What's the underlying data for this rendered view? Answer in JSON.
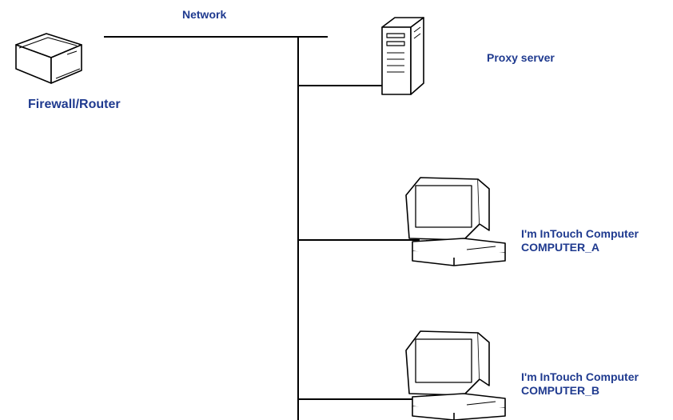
{
  "diagram": {
    "network_label": "Network",
    "firewall_label": "Firewall/Router",
    "proxy_label": "Proxy server",
    "computer_a": {
      "line1": "I'm InTouch Computer",
      "line2": "COMPUTER_A"
    },
    "computer_b": {
      "line1": "I'm InTouch Computer",
      "line2": "COMPUTER_B"
    },
    "colors": {
      "label": "#1f3a8f",
      "line": "#000000"
    },
    "icons": [
      "router-icon",
      "server-tower-icon",
      "desktop-computer-icon",
      "desktop-computer-icon"
    ]
  }
}
